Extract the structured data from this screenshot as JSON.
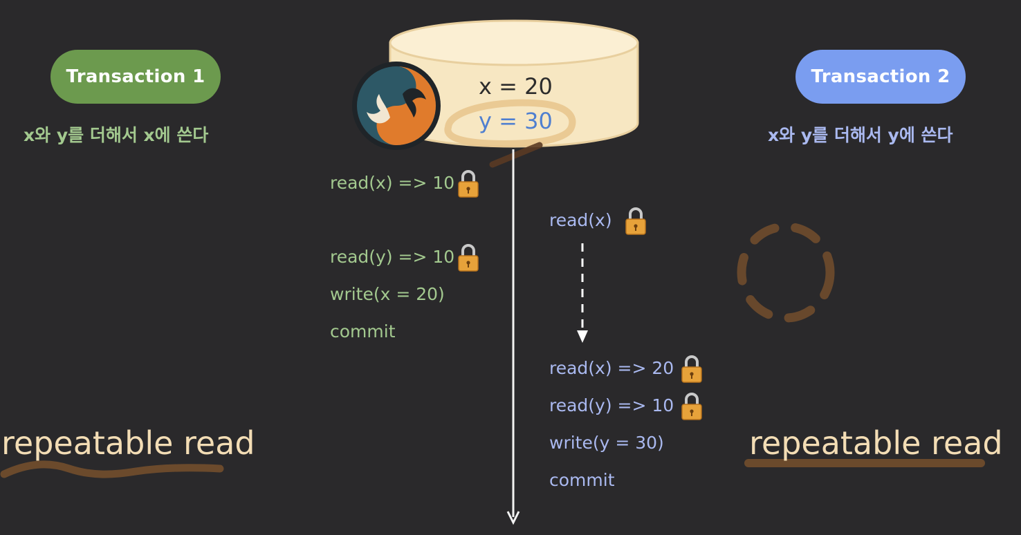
{
  "transaction1": {
    "label": "Transaction 1",
    "description": "x와 y를 더해서 x에 쓴다",
    "color": "#6c9a4e",
    "text_color": "#a3c98f",
    "operations": [
      "read(x) => 10",
      "read(y) => 10",
      "write(x = 20)",
      "commit"
    ],
    "isolation": "repeatable read"
  },
  "transaction2": {
    "label": "Transaction 2",
    "description": "x와 y를 더해서 y에 쓴다",
    "color": "#7a9df0",
    "text_color": "#aab9f0",
    "operations": [
      "read(x)",
      "read(x) => 20",
      "read(y) => 10",
      "write(y = 30)",
      "commit"
    ],
    "isolation": "repeatable read"
  },
  "database": {
    "x_value": "x = 20",
    "y_value": "y = 30",
    "logo_icon": "mysql-dolphin-icon"
  },
  "icons": {
    "lock": "padlock-icon"
  }
}
